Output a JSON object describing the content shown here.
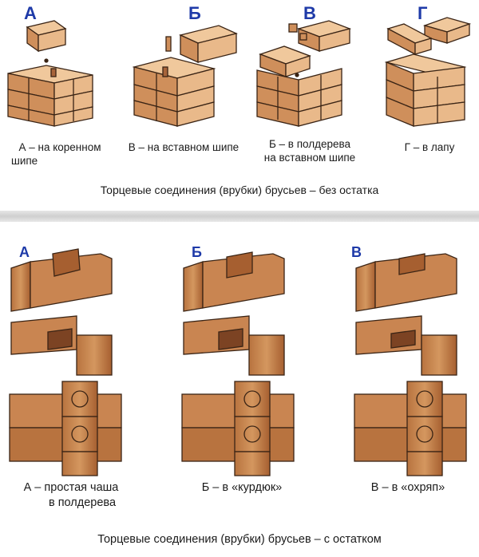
{
  "top": {
    "letters": [
      "А",
      "Б",
      "В",
      "Г"
    ],
    "captions": [
      [
        "А – на коренном",
        "шипе"
      ],
      [
        "В – на вставном шипе"
      ],
      [
        "Б – в полдерева",
        "на вставном шипе"
      ],
      [
        "Г – в лапу"
      ]
    ],
    "title": "Торцевые соединения (врубки) брусьев – без остатка"
  },
  "bottom": {
    "letters": [
      "А",
      "Б",
      "В"
    ],
    "captions": [
      [
        "А – простая чаша",
        "в полдерева"
      ],
      [
        "Б – в «курдюк»"
      ],
      [
        "В – в «охряп»"
      ]
    ],
    "title": "Торцевые соединения (врубки) брусьев – с остатком"
  },
  "colors": {
    "letter": "#1e3aa8",
    "wood_light": "#e9b98a",
    "wood_mid": "#cf8f5b",
    "wood_dark": "#a8643a",
    "outline": "#3a2415"
  }
}
